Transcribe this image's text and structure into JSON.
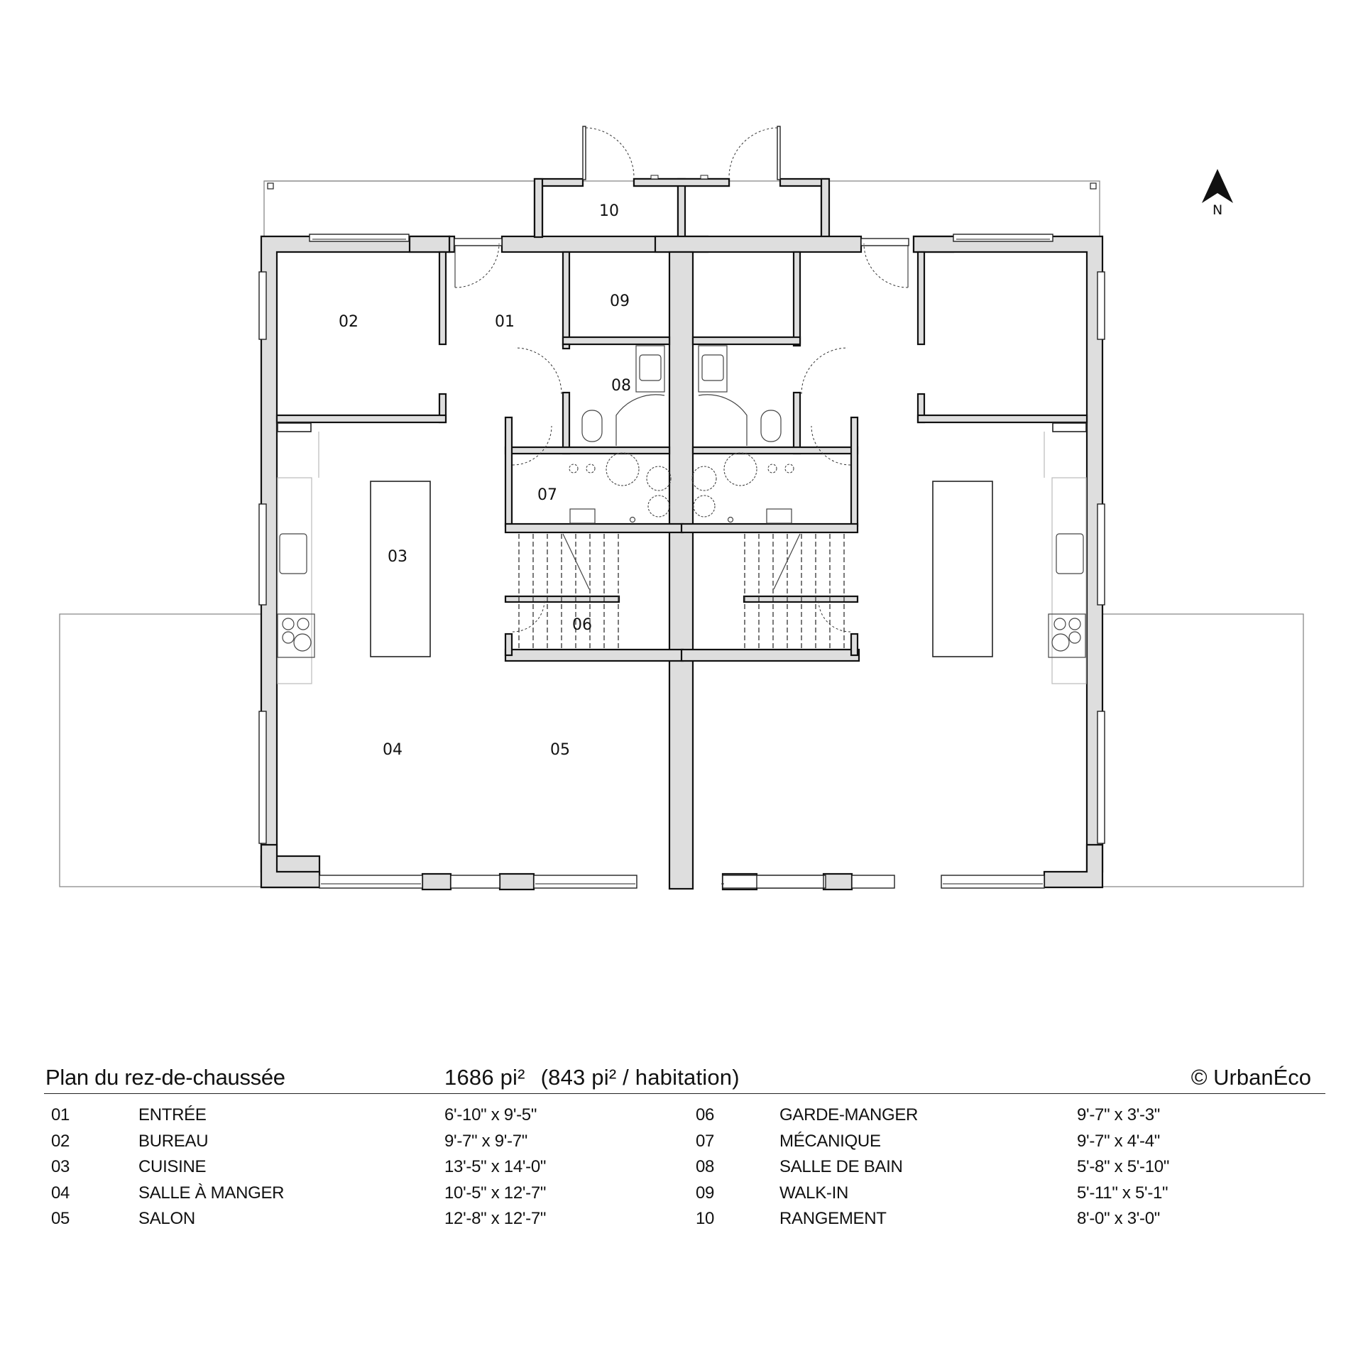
{
  "plan": {
    "north_label": "N",
    "room_labels": {
      "r01": "01",
      "r02": "02",
      "r03": "03",
      "r04": "04",
      "r05": "05",
      "r06": "06",
      "r07": "07",
      "r08": "08",
      "r09": "09",
      "r10": "10"
    }
  },
  "legend": {
    "title": "Plan du rez-de-chaussée",
    "total_area": "1686 pi²",
    "per_unit_area": "(843 pi² / habitation)",
    "copyright": "© UrbanÉco",
    "rooms": [
      {
        "num": "01",
        "name": "ENTRÉE",
        "dims": "6'-10\" x 9'-5\""
      },
      {
        "num": "02",
        "name": "BUREAU",
        "dims": "9'-7\" x 9'-7\""
      },
      {
        "num": "03",
        "name": "CUISINE",
        "dims": "13'-5\" x 14'-0\""
      },
      {
        "num": "04",
        "name": "SALLE À MANGER",
        "dims": "10'-5\" x 12'-7\""
      },
      {
        "num": "05",
        "name": "SALON",
        "dims": "12'-8\" x 12'-7\""
      },
      {
        "num": "06",
        "name": "GARDE-MANGER",
        "dims": "9'-7\" x 3'-3\""
      },
      {
        "num": "07",
        "name": "MÉCANIQUE",
        "dims": "9'-7\" x 4'-4\""
      },
      {
        "num": "08",
        "name": "SALLE DE BAIN",
        "dims": "5'-8\" x 5'-10\""
      },
      {
        "num": "09",
        "name": "WALK-IN",
        "dims": "5'-11\" x 5'-1\""
      },
      {
        "num": "10",
        "name": "RANGEMENT",
        "dims": "8'-0\" x 3'-0\""
      }
    ]
  }
}
